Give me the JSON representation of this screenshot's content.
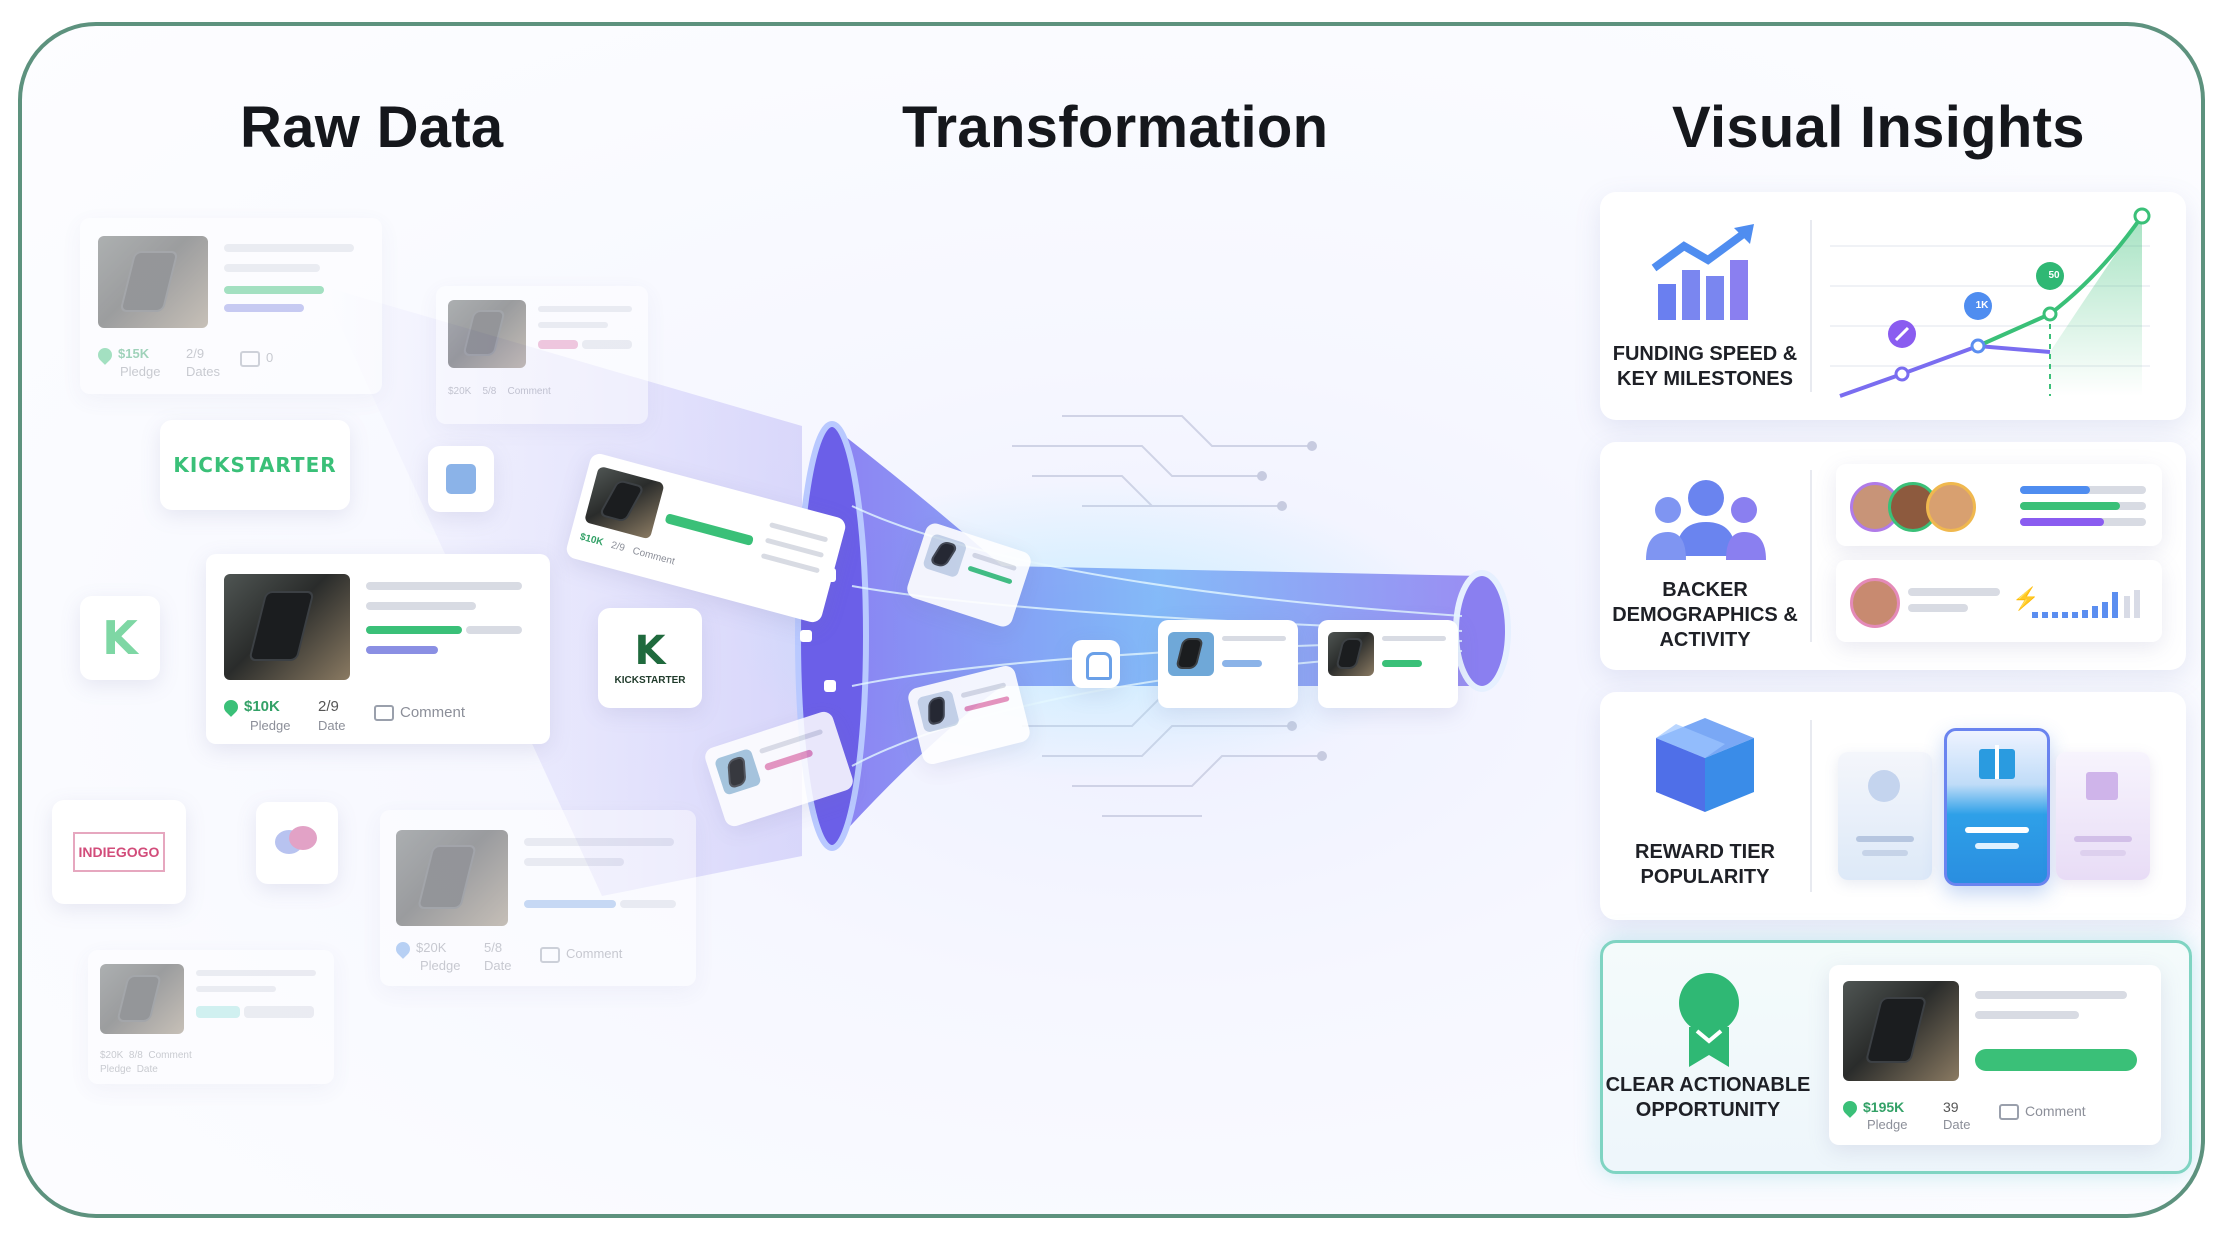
{
  "headings": {
    "raw": "Raw Data",
    "transform": "Transformation",
    "insights": "Visual Insights"
  },
  "logos": {
    "kickstarter": "KICKSTARTER",
    "kickstarter_small": "KICKSTARTER",
    "indiegogo": "INDIEGOGO"
  },
  "raw_cards": {
    "main": {
      "pledge": "$10K",
      "pledge_label": "Pledge",
      "date": "2/9",
      "date_label": "Date",
      "comment": "Comment"
    },
    "top_left": {
      "pledge": "$15K",
      "pledge_label": "Pledge",
      "date": "2/9",
      "date_label": "Dates",
      "comment": "0"
    },
    "bottom_mid": {
      "pledge": "$20K",
      "pledge_label": "Pledge",
      "date": "5/8",
      "date_label": "Date",
      "comment": "Comment"
    },
    "bottom_left": {
      "pledge": "$20K",
      "pledge_label": "Pledge",
      "date": "8/8",
      "date_label": "Date",
      "comment": "Comment"
    }
  },
  "insights": {
    "funding": {
      "label": "FUNDING SPEED & KEY MILESTONES",
      "milestone_1": "1K",
      "milestone_2": "50"
    },
    "backers": {
      "label": "BACKER DEMOGRAPHICS & ACTIVITY"
    },
    "rewards": {
      "label": "REWARD TIER POPULARITY"
    },
    "opportunity": {
      "label": "CLEAR ACTIONABLE OPPORTUNITY",
      "pledge": "$195K",
      "pledge_label": "Pledge",
      "date": "39",
      "date_label": "Date",
      "comment": "Comment"
    }
  },
  "colors": {
    "frame": "#5d927e",
    "accent_green": "#3ac078",
    "accent_purple": "#8a7ff0",
    "accent_blue": "#4f8df0"
  }
}
